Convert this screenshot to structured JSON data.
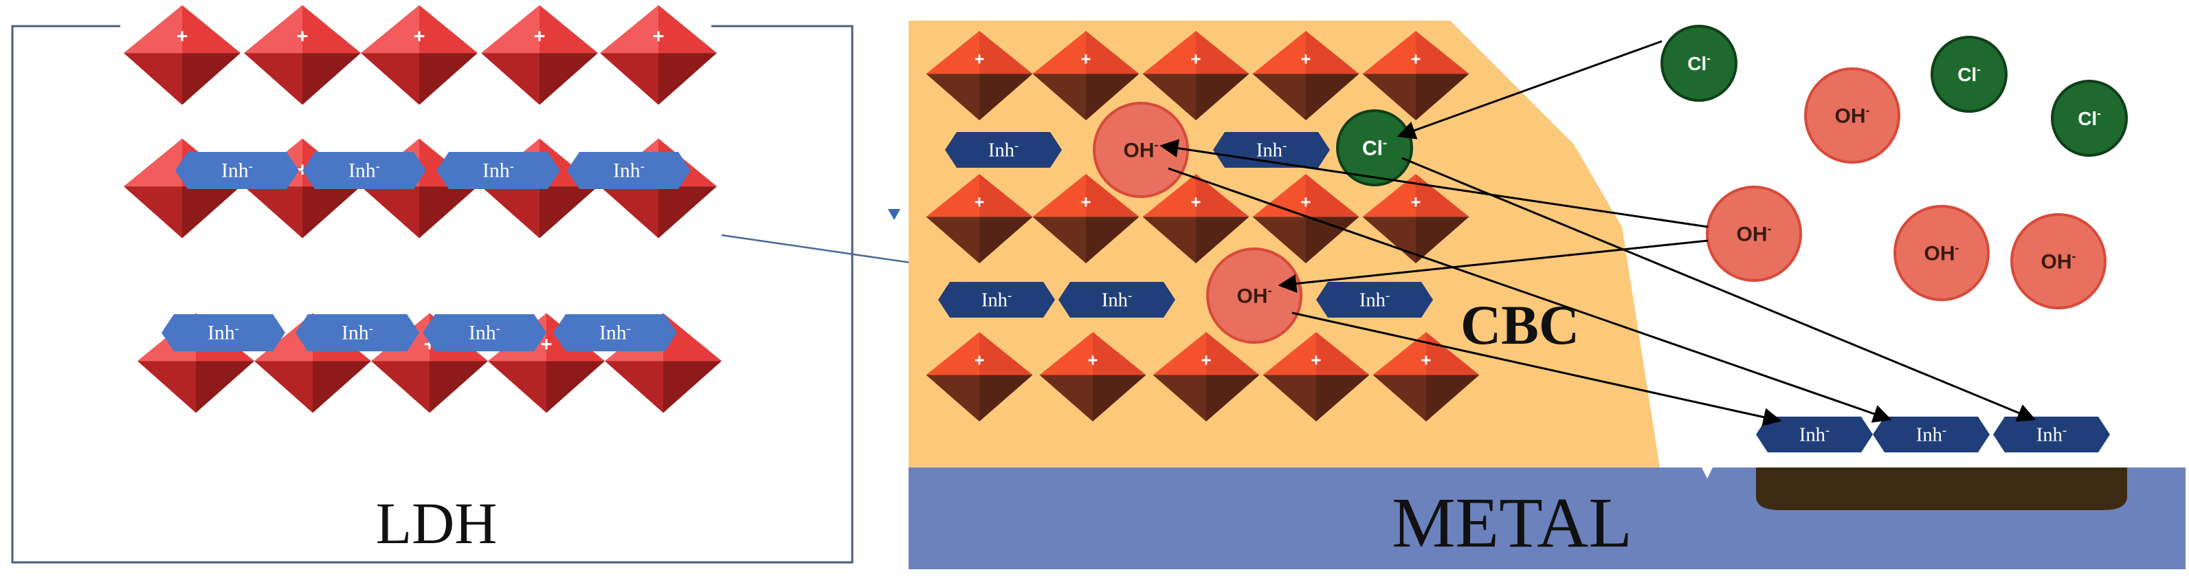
{
  "colors": {
    "octa_top": "#e63b3b",
    "octa_top_light": "#f25c5c",
    "octa_bottom": "#b42424",
    "octa_bottom_dark": "#8e1a1a",
    "octa_brown": "#6b2e1a",
    "octa_orange": "#f4522c",
    "inh_light": "#4a76c6",
    "inh_dark": "#1f3e7a",
    "oh_fill": "#e8705e",
    "oh_stroke": "#d84a3a",
    "cl_fill": "#1e6a2e",
    "cl_stroke": "#0f3f18",
    "cbc_fill": "#fcc97a",
    "metal_fill": "#6b82bd",
    "corrosion": "#3e2a14"
  },
  "ldh": {
    "label": "LDH",
    "inhibitor_label": "Inh",
    "inhibitor_charge": "-",
    "layer_charge": "+"
  },
  "cbc": {
    "label": "CBC",
    "hydroxide_label": "OH",
    "hydroxide_charge": "-",
    "chloride_label": "Cl",
    "chloride_charge": "-",
    "inhibitor_label": "Inh",
    "inhibitor_charge": "-",
    "layer_charge": "+"
  },
  "metal": {
    "label": "METAL"
  },
  "icons": {
    "marker": "triangle-down-icon",
    "octahedron": "octahedron-icon",
    "inhibitor": "hexagon-icon",
    "arrowhead": "arrowhead-icon"
  }
}
